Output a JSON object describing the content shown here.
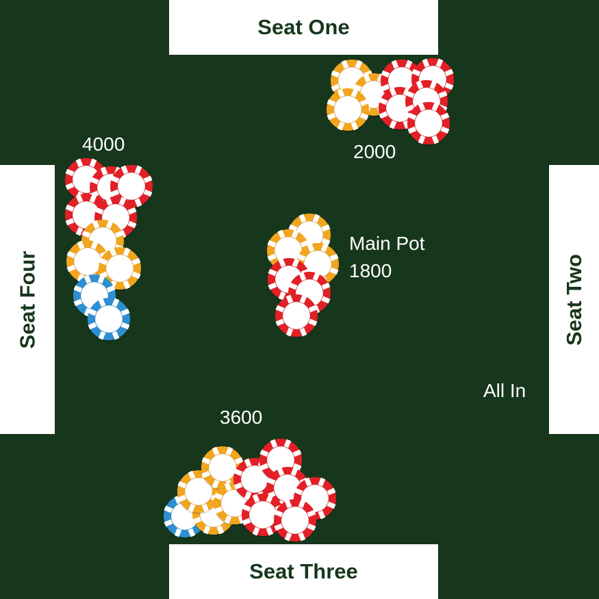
{
  "seats": {
    "one": "Seat One",
    "two": "Seat Two",
    "three": "Seat Three",
    "four": "Seat Four"
  },
  "amounts": {
    "seat_one": "2000",
    "seat_three": "3600",
    "seat_four": "4000"
  },
  "pot": {
    "label": "Main Pot",
    "amount": "1800"
  },
  "status": {
    "seat_two": "All In"
  },
  "colors": {
    "felt": "#17371c",
    "seat_panel": "#ffffff",
    "chip_red": "#e32027",
    "chip_orange": "#f2a51f",
    "chip_blue": "#2e8fd1"
  },
  "chip_stacks": {
    "seat_one": [
      "orange",
      "orange",
      "orange",
      "red",
      "red",
      "red",
      "red",
      "red"
    ],
    "seat_four": [
      "red",
      "red",
      "red",
      "red",
      "red",
      "orange",
      "orange",
      "orange",
      "blue",
      "blue"
    ],
    "main_pot": [
      "orange",
      "orange",
      "orange",
      "red",
      "red",
      "red"
    ],
    "seat_three": [
      "blue",
      "orange",
      "orange",
      "orange",
      "orange",
      "red",
      "red",
      "red",
      "red",
      "red",
      "red"
    ]
  }
}
